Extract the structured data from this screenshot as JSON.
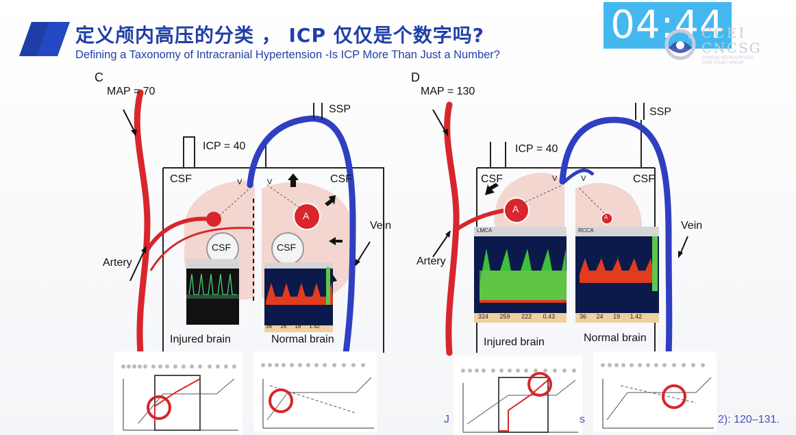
{
  "timer": "04:44",
  "title": {
    "cn": "定义颅内高压的分类 ， ICP 仅仅是个数字吗?",
    "en": "Defining a Taxonomy of Intracranial Hypertension -Is ICP More Than Just a Number?"
  },
  "logo": {
    "line1": "CCEI",
    "line2": "CNCSG",
    "line3": "CHINESE NEUROCRITICAL CASE STUDY GROUP"
  },
  "colors": {
    "artery": "#d8262c",
    "vein": "#2f3fc1",
    "title": "#1f3fa6",
    "timer_bg": "#43b8ef"
  },
  "panels": [
    {
      "letter": "C",
      "map": "MAP = 70",
      "icp": "ICP = 40",
      "ssp": "SSP",
      "csf_left": "CSF",
      "csf_right": "CSF",
      "csf_center_left": "CSF",
      "csf_center_right": "CSF",
      "v_left": "V",
      "v_right": "V",
      "a_label": "A",
      "artery": "Artery",
      "vein": "Vein",
      "injured": "Injured brain",
      "normal": "Normal brain",
      "spectro_right_values": [
        "36",
        "16",
        "18",
        "1.42"
      ]
    },
    {
      "letter": "D",
      "map": "MAP = 130",
      "icp": "ICP = 40",
      "ssp": "SSP",
      "csf_left": "CSF",
      "csf_right": "CSF",
      "v_left": "V",
      "v_right": "V",
      "a_label": "A",
      "a_label_small": "A",
      "artery": "Artery",
      "vein": "Vein",
      "injured": "Injured brain",
      "normal": "Normal brain",
      "spectro_left_header": "LMCA",
      "spectro_right_header": "RCCA",
      "spectro_left_values": [
        "324",
        "259",
        "222",
        "0.43"
      ],
      "spectro_right_values": [
        "36",
        "24",
        "19",
        "1.42"
      ]
    }
  ],
  "reference": {
    "left": "J",
    "middle": "s",
    "right": "2): 120–131."
  }
}
